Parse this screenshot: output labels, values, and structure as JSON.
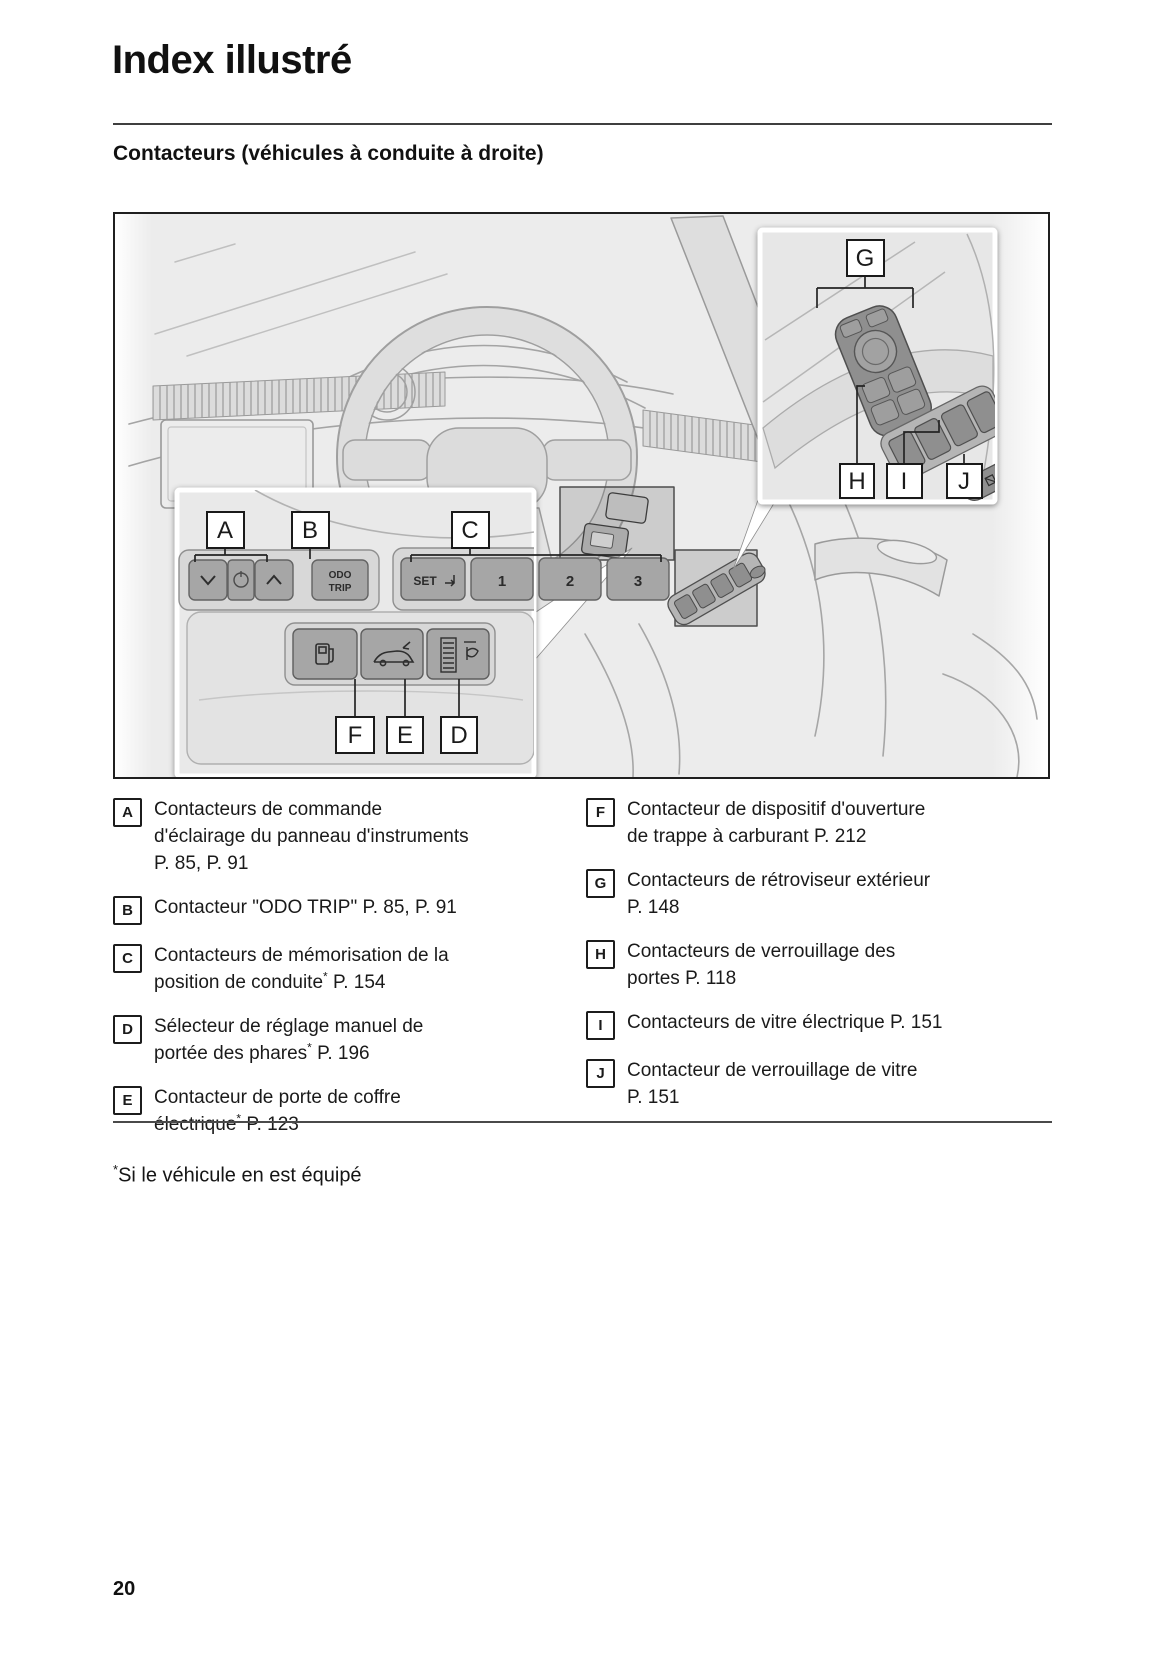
{
  "page": {
    "title": "Index illustré",
    "section_heading": "Contacteurs (véhicules à conduite à droite)",
    "footnote_marker": "*",
    "footnote_text": "Si le véhicule en est équipé",
    "page_number": "20"
  },
  "figure": {
    "callouts": [
      "A",
      "B",
      "C",
      "D",
      "E",
      "F",
      "G",
      "H",
      "I",
      "J"
    ],
    "buttons": {
      "set": "SET",
      "preset_1": "1",
      "preset_2": "2",
      "preset_3": "3",
      "odo_line1": "ODO",
      "odo_line2": "TRIP"
    },
    "icons": [
      "chevron-down-icon",
      "instrument-brightness-dial-icon",
      "chevron-up-icon",
      "fuel-pump-icon",
      "tailgate-open-icon",
      "headlight-leveling-icon",
      "mirror-control-knob-icon",
      "window-lock-icon"
    ],
    "colors": {
      "drawing_gray": "#ececec",
      "switch_gray": "#a6a6a6",
      "panel_gray": "#d8d8d8",
      "line_gray": "#9a9a9a",
      "callout_border": "#1a1a1a"
    }
  },
  "legend": {
    "left_column": [
      {
        "key": "A",
        "lines": [
          "Contacteurs de commande",
          "d'éclairage du panneau d'instruments",
          "P. 85, P. 91"
        ]
      },
      {
        "key": "B",
        "lines": [
          "Contacteur \"ODO TRIP\" P. 85, P. 91"
        ]
      },
      {
        "key": "C",
        "lines": [
          "Contacteurs de mémorisation de la",
          "position de conduite* P. 154"
        ]
      },
      {
        "key": "D",
        "lines": [
          "Sélecteur de réglage manuel de",
          "portée des phares* P. 196"
        ]
      },
      {
        "key": "E",
        "lines": [
          "Contacteur de porte de coffre",
          "électrique* P. 123"
        ]
      }
    ],
    "right_column": [
      {
        "key": "F",
        "lines": [
          "Contacteur de dispositif d'ouverture",
          "de trappe à carburant P. 212"
        ]
      },
      {
        "key": "G",
        "lines": [
          "Contacteurs de rétroviseur extérieur",
          "P. 148"
        ]
      },
      {
        "key": "H",
        "lines": [
          "Contacteurs de verrouillage des",
          "portes P. 118"
        ]
      },
      {
        "key": "I",
        "lines": [
          "Contacteurs de vitre électrique P. 151"
        ]
      },
      {
        "key": "J",
        "lines": [
          "Contacteur de verrouillage de vitre",
          "P. 151"
        ]
      }
    ]
  }
}
